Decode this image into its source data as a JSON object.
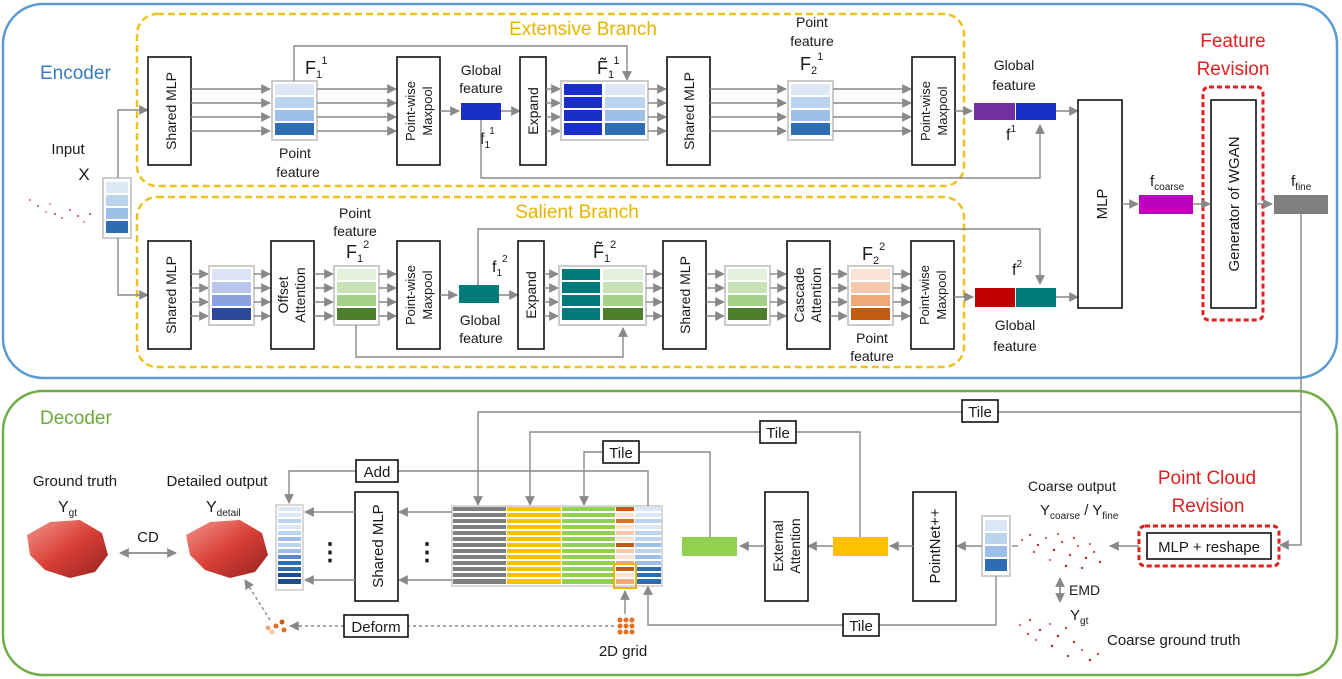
{
  "encoder": {
    "title": "Encoder",
    "input_label": "Input",
    "input_var": "X",
    "extensive": {
      "title": "Extensive Branch",
      "mlp1": "Shared MLP",
      "F1_label": "F",
      "F1_sub": "1",
      "F1_sup": "1",
      "point_feature": "Point feature",
      "maxpool1": "Point-wise Maxpool",
      "global_feature": "Global feature",
      "f1": "f",
      "f1_sub": "1",
      "f1_sup": "1",
      "expand": "Expand",
      "F1t_label": "F̃",
      "F1t_sub": "1",
      "F1t_sup": "1",
      "mlp2": "Shared MLP",
      "point_feature2": "Point feature",
      "F2_label": "F",
      "F2_sub": "2",
      "F2_sup": "1",
      "maxpool2": "Point-wise Maxpool",
      "out_global": "Global feature",
      "out_f": "f",
      "out_f_sup": "1"
    },
    "salient": {
      "title": "Salient Branch",
      "mlp1": "Shared MLP",
      "offset_attention": "Offset Attention",
      "point_feature": "Point feature",
      "F1_label": "F",
      "F1_sub": "1",
      "F1_sup": "2",
      "maxpool1": "Point-wise Maxpool",
      "f1": "f",
      "f1_sub": "1",
      "f1_sup": "2",
      "global_feature": "Global feature",
      "expand": "Expand",
      "F1t_label": "F̃",
      "F1t_sub": "1",
      "F1t_sup": "2",
      "mlp2": "Shared MLP",
      "cascade_attention": "Cascade Attention",
      "F2_label": "F",
      "F2_sub": "2",
      "F2_sup": "2",
      "point_feature2": "Point feature",
      "maxpool2": "Point-wise Maxpool",
      "out_f": "f",
      "out_f_sup": "2",
      "out_global": "Global feature"
    },
    "mlp": "MLP",
    "f_coarse": "f",
    "f_coarse_sub": "coarse",
    "feature_revision": "Feature Revision",
    "wgan": "Generator of WGAN",
    "f_fine": "f",
    "f_fine_sub": "fine"
  },
  "decoder": {
    "title": "Decoder",
    "ground_truth": "Ground truth",
    "Ygt": "Y",
    "Ygt_sub": "gt",
    "cd": "CD",
    "detailed_output": "Detailed output",
    "Ydetail": "Y",
    "Ydetail_sub": "detail",
    "shared_mlp": "Shared MLP",
    "dots": "⋮",
    "add": "Add",
    "tile1": "Tile",
    "tile2": "Tile",
    "tile3": "Tile",
    "tile4": "Tile",
    "deform": "Deform",
    "grid": "2D grid",
    "external_attention": "External Attention",
    "pointnet": "PointNet++",
    "coarse_output": "Coarse output",
    "Ycoarse": "Y",
    "Ycoarse_sub": "coarse",
    "Yfine_sep": " / Y",
    "Yfine_sub": "fine",
    "point_cloud_revision": "Point Cloud Revision",
    "mlp_reshape": "MLP + reshape",
    "emd": "EMD",
    "Ygt2": "Y",
    "Ygt2_sub": "gt",
    "coarse_gt": "Coarse ground truth"
  },
  "colors": {
    "encoder_border": "#5b9bd5",
    "decoder_border": "#70ad47",
    "branch_border": "#f0c020",
    "branch_title": "#e8b400",
    "encoder_title": "#3a7bbf",
    "decoder_title": "#6aaa3a",
    "revision_red": "#e02020",
    "blue_global": "#1a2ec8",
    "purple": "#7030a0",
    "teal": "#007b7b",
    "dark_red": "#c00000",
    "magenta": "#c000c0",
    "gray": "#808080",
    "yellow": "#ffc000",
    "green": "#92d050"
  }
}
